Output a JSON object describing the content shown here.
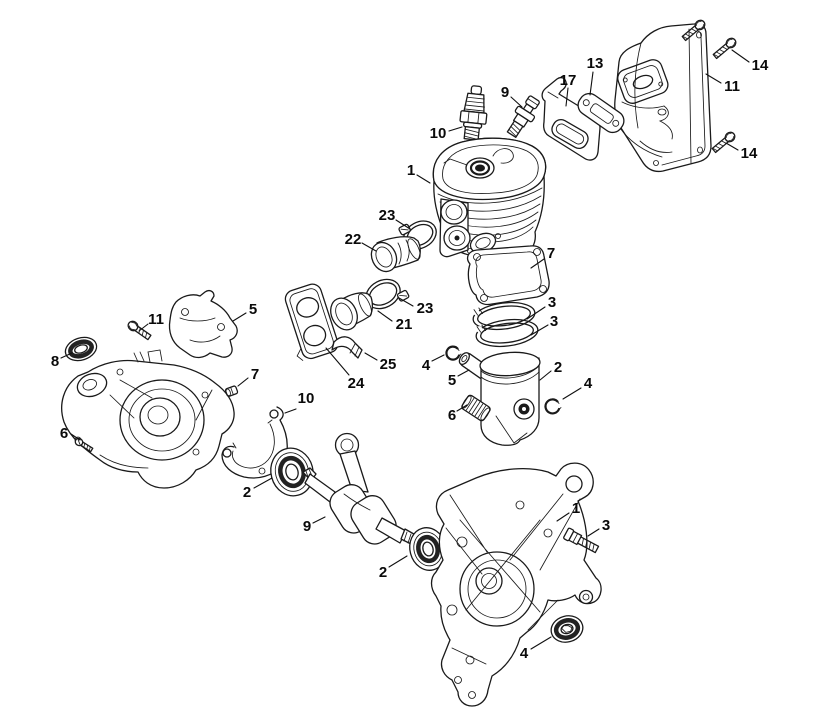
{
  "figure": {
    "background_color": "#ffffff",
    "line_color": "#1a1a1a",
    "label_color": "#0a0a0a"
  },
  "callouts": [
    {
      "label": "13"
    },
    {
      "label": "17"
    },
    {
      "label": "14"
    },
    {
      "label": "11"
    },
    {
      "label": "9"
    },
    {
      "label": "10"
    },
    {
      "label": "14"
    },
    {
      "label": "1"
    },
    {
      "label": "23"
    },
    {
      "label": "22"
    },
    {
      "label": "7"
    },
    {
      "label": "3"
    },
    {
      "label": "23"
    },
    {
      "label": "3"
    },
    {
      "label": "21"
    },
    {
      "label": "5"
    },
    {
      "label": "11"
    },
    {
      "label": "8"
    },
    {
      "label": "25"
    },
    {
      "label": "4"
    },
    {
      "label": "2"
    },
    {
      "label": "7"
    },
    {
      "label": "5"
    },
    {
      "label": "24"
    },
    {
      "label": "4"
    },
    {
      "label": "10"
    },
    {
      "label": "6"
    },
    {
      "label": "6"
    },
    {
      "label": "2"
    },
    {
      "label": "9"
    },
    {
      "label": "1"
    },
    {
      "label": "3"
    },
    {
      "label": "2"
    },
    {
      "label": "4"
    }
  ]
}
